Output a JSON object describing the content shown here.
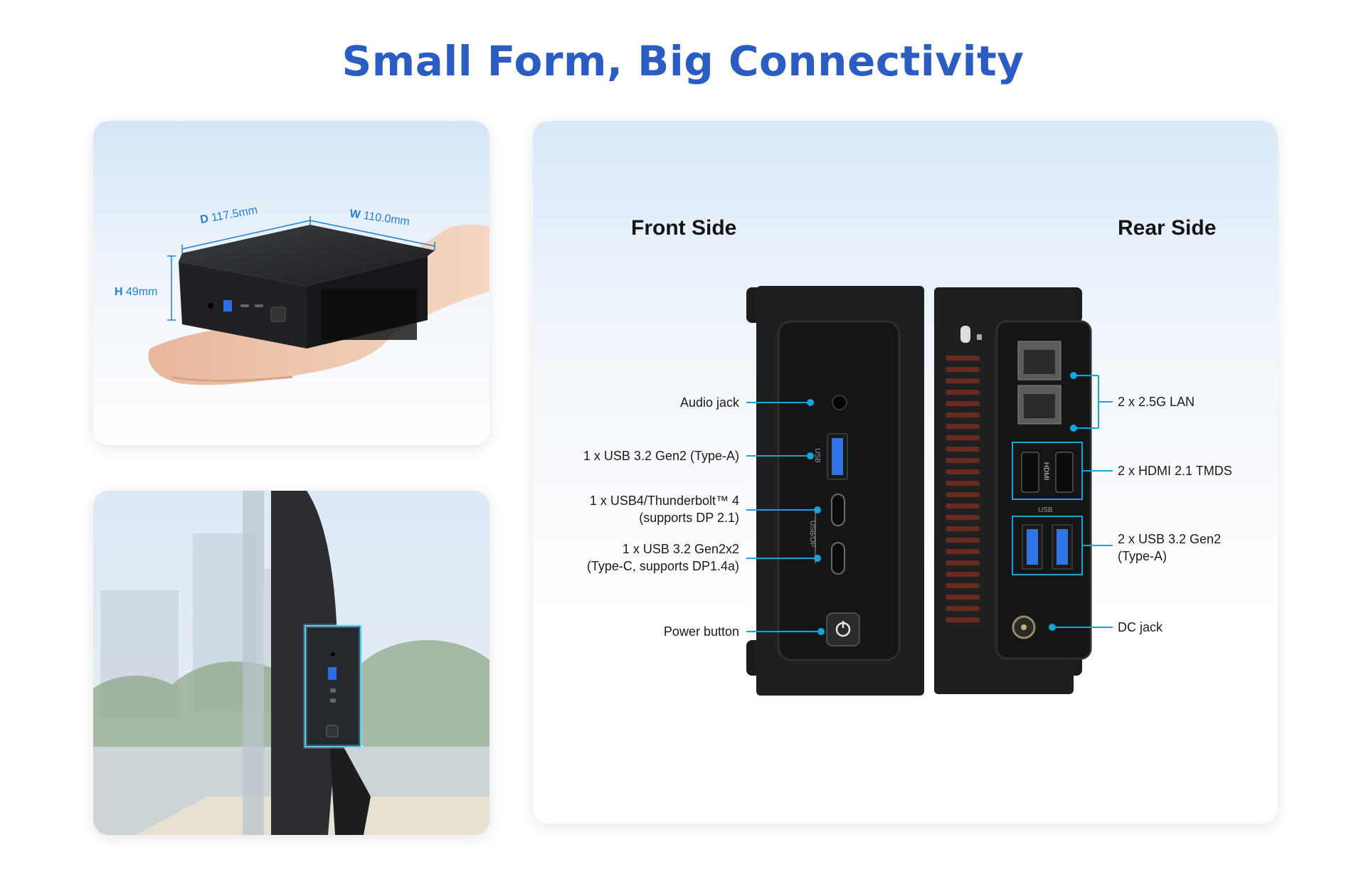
{
  "title": "Small Form, Big Connectivity",
  "accent": "#2a5cc2",
  "callout_color": "#1aa3d9",
  "dimensions": {
    "depth": {
      "letter": "D",
      "value": "117.5mm"
    },
    "width": {
      "letter": "W",
      "value": "110.0mm"
    },
    "height": {
      "letter": "H",
      "value": "49mm"
    }
  },
  "front": {
    "heading": "Front Side",
    "labels": {
      "audio": "Audio jack",
      "usb_a": "1 x USB 3.2 Gen2 (Type-A)",
      "tb_line1": "1 x USB4/Thunderbolt™ 4",
      "tb_line2": "(supports DP 2.1)",
      "usbc_line1": "1 x USB 3.2 Gen2x2",
      "usbc_line2": "(Type-C, supports DP1.4a)",
      "power": "Power button"
    },
    "engraving": {
      "usb": "USB",
      "usb_dp": "USB/DP"
    }
  },
  "rear": {
    "heading": "Rear Side",
    "labels": {
      "lan": "2 x 2.5G  LAN",
      "hdmi": "2 x HDMI 2.1 TMDS",
      "usb_line1": "2 x USB 3.2 Gen2",
      "usb_line2": "(Type-A)",
      "dc": "DC jack"
    },
    "engraving": {
      "hdmi": "HDMI",
      "usb": "USB"
    }
  },
  "icons": [
    "headphone-icon",
    "power-icon",
    "lan-icon",
    "dc-jack-icon",
    "kensington-lock-icon"
  ]
}
